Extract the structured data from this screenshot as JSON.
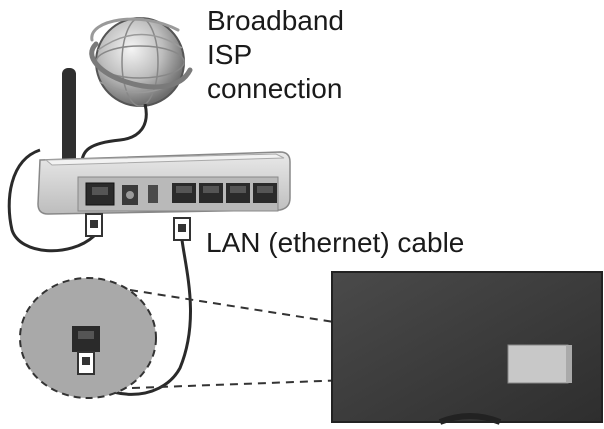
{
  "labels": {
    "isp_line1": "Broadband",
    "isp_line2": "ISP",
    "isp_line3": "connection",
    "lan_cable": "LAN (ethernet) cable"
  },
  "icons": {
    "globe": "globe-icon",
    "router": "router-icon",
    "tv": "tv-icon",
    "ethernet_plug": "ethernet-plug-icon"
  },
  "colors": {
    "line": "#2a2a2a",
    "router_body": "#cfcfcf",
    "tv_body": "#3a3a3a",
    "port_panel": "#b9b9b9",
    "zoom_circle": "#a9a9a9"
  }
}
